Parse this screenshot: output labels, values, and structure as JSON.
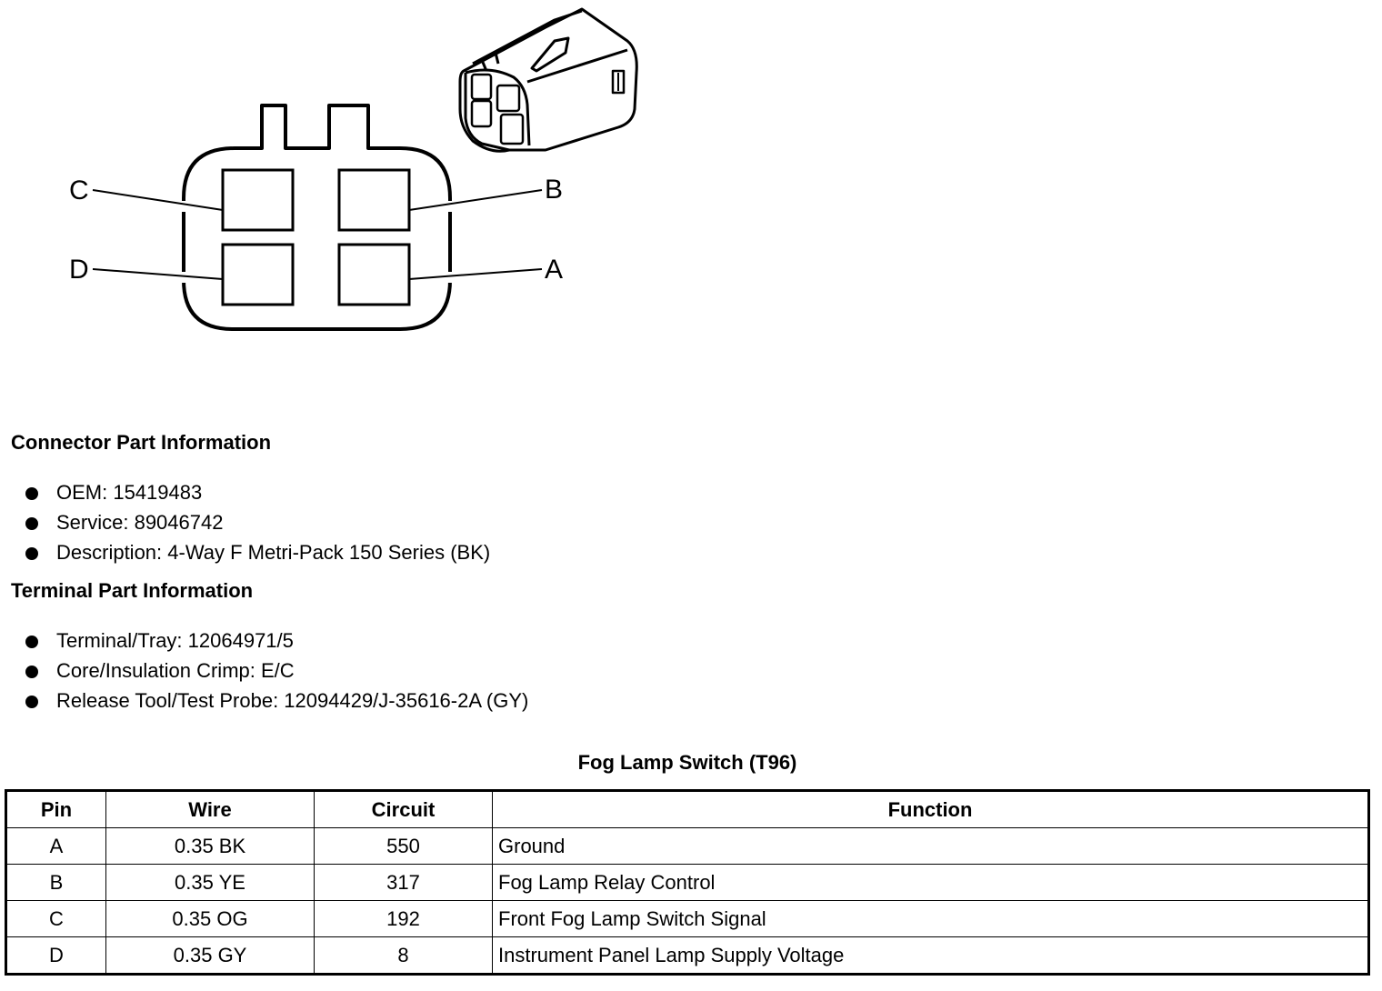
{
  "diagram": {
    "pin_labels": {
      "a": "A",
      "b": "B",
      "c": "C",
      "d": "D"
    }
  },
  "connector": {
    "heading": "Connector Part Information",
    "items": [
      "OEM: 15419483",
      "Service: 89046742",
      "Description: 4-Way F Metri-Pack 150 Series (BK)"
    ]
  },
  "terminal": {
    "heading": "Terminal Part Information",
    "items": [
      "Terminal/Tray: 12064971/5",
      "Core/Insulation Crimp: E/C",
      "Release Tool/Test Probe: 12094429/J-35616-2A (GY)"
    ]
  },
  "table": {
    "title": "Fog Lamp Switch (T96)",
    "headers": [
      "Pin",
      "Wire",
      "Circuit",
      "Function"
    ],
    "rows": [
      [
        "A",
        "0.35 BK",
        "550",
        "Ground"
      ],
      [
        "B",
        "0.35 YE",
        "317",
        "Fog Lamp Relay Control"
      ],
      [
        "C",
        "0.35 OG",
        "192",
        "Front Fog Lamp Switch Signal"
      ],
      [
        "D",
        "0.35 GY",
        "8",
        "Instrument Panel Lamp Supply Voltage"
      ]
    ]
  }
}
